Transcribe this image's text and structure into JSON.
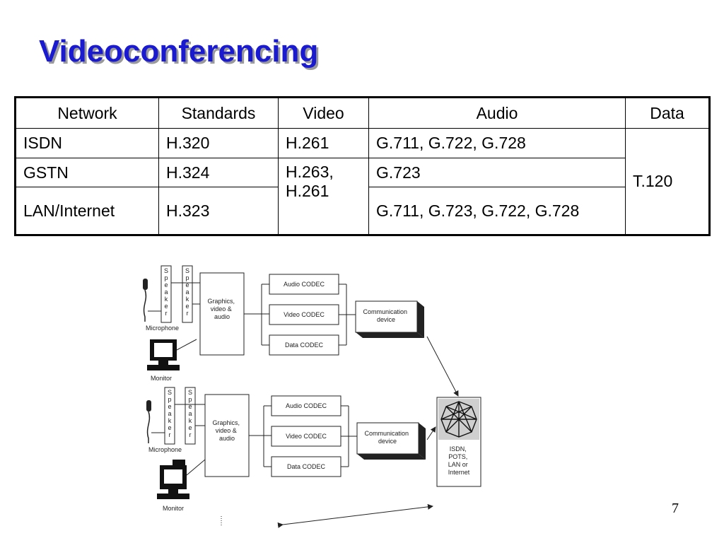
{
  "slide": {
    "title": "Videoconferencing",
    "page_number": "7"
  },
  "table": {
    "headers": [
      "Network",
      "Standards",
      "Video",
      "Audio",
      "Data"
    ],
    "rows": [
      {
        "network": "ISDN",
        "standards": "H.320",
        "video": "H.261",
        "audio": "G.711, G.722, G.728"
      },
      {
        "network": "GSTN",
        "standards": "H.324",
        "audio": "G.723"
      },
      {
        "network": "LAN/Internet",
        "standards": "H.323",
        "audio": "G.711, G.723, G.722, G.728"
      }
    ],
    "video_merged": "H.263, H.261",
    "data_merged": "T.120"
  },
  "diagram": {
    "terminals": [
      {
        "speaker_left": "Speaker",
        "speaker_right": "Speaker",
        "microphone": "Microphone",
        "monitor": "Monitor",
        "graphics": [
          "Graphics,",
          "video &",
          "audio"
        ],
        "audio_codec": "Audio CODEC",
        "video_codec": "Video CODEC",
        "data_codec": "Data CODEC",
        "comm_device": [
          "Communication",
          "device"
        ]
      },
      {
        "speaker_left": "Speaker",
        "speaker_right": "Speaker",
        "microphone": "Microphone",
        "monitor": "Monitor",
        "graphics": [
          "Graphics,",
          "video &",
          "audio"
        ],
        "audio_codec": "Audio CODEC",
        "video_codec": "Video CODEC",
        "data_codec": "Data CODEC",
        "comm_device": [
          "Communication",
          "device"
        ]
      }
    ],
    "network": [
      "ISDN,",
      "POTS,",
      "LAN or",
      "Internet"
    ]
  }
}
